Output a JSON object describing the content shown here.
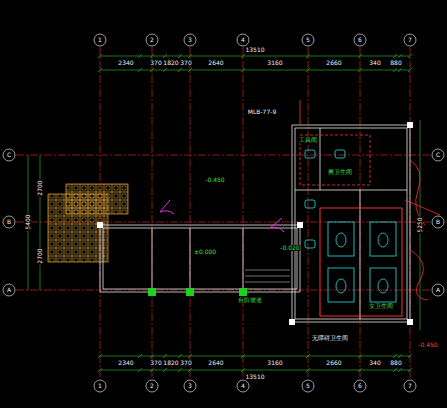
{
  "diagram": {
    "labels": [
      "1",
      "2",
      "3",
      "4",
      "5",
      "6",
      "7",
      "1",
      "2",
      "3",
      "4",
      "5",
      "6",
      "7",
      "C",
      "B",
      "A",
      "C",
      "B",
      "A",
      "13510",
      "2340",
      "370",
      "1820",
      "370",
      "2640",
      "3160",
      "2660",
      "340",
      "880",
      "2340",
      "370",
      "1820",
      "370",
      "2640",
      "3160",
      "2660",
      "340",
      "880",
      "13510",
      "2700",
      "2700",
      "5400",
      "5250",
      "-0.450",
      "±0.000",
      "-0.020",
      "台阶坡道",
      "MLB-77-9",
      "男卫生间",
      "女卫生间",
      "无障碍卫生间",
      "工具间",
      "-0.450"
    ]
  }
}
